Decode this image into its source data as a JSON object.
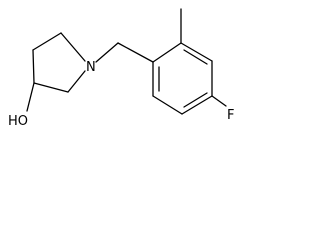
{
  "molecule": {
    "atoms": {
      "n": {
        "symbol": "N"
      },
      "f": {
        "symbol": "F"
      },
      "oh": {
        "symbol": "HO"
      }
    }
  }
}
